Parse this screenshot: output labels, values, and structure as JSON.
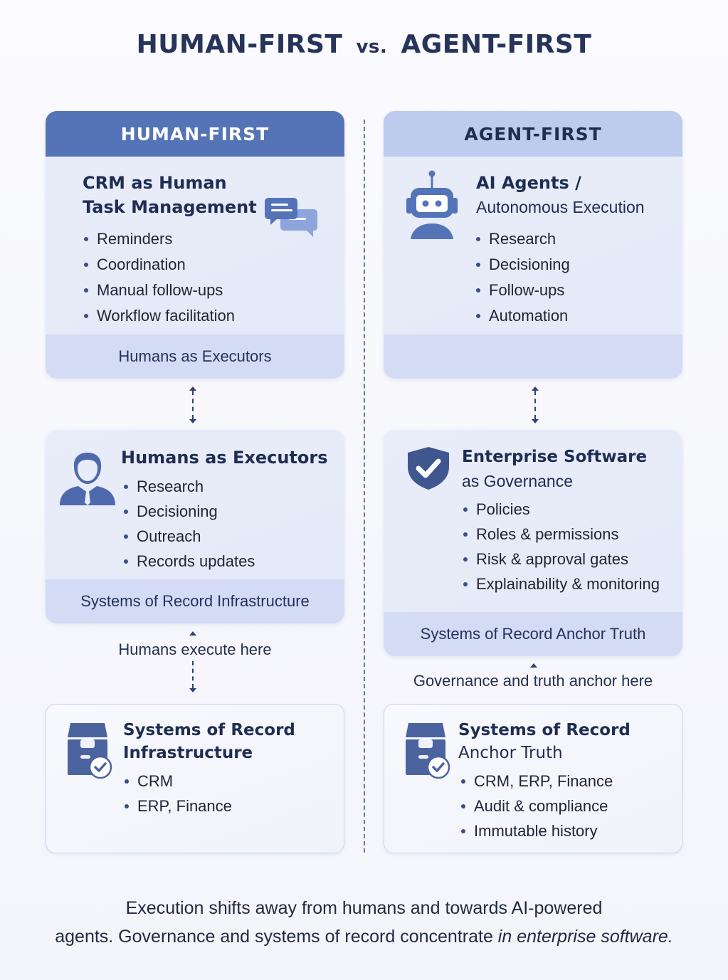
{
  "title": {
    "left": "HUMAN-FIRST",
    "vs": "vs.",
    "right": "AGENT-FIRST"
  },
  "colors": {
    "primary": "#5574b8",
    "light_header": "#bccbee",
    "card_bg": "#e6ebf9",
    "footer_band": "#d3dcf4",
    "dark_text": "#1f2d52"
  },
  "human": {
    "header": "HUMAN-FIRST",
    "top_card": {
      "heading_line1": "CRM as Human",
      "heading_line2": "Task Management",
      "icon": "chat-bubbles-icon",
      "items": [
        "Reminders",
        "Coordination",
        "Manual follow-ups",
        "Workflow facilitation"
      ],
      "footer": "Humans as Executors"
    },
    "middle_card": {
      "heading": "Humans as Executors",
      "icon": "person-icon",
      "items": [
        "Research",
        "Decisioning",
        "Outreach",
        "Records updates"
      ],
      "footer": "Systems of Record Infrastructure"
    },
    "connector_caption": "Humans execute here",
    "bottom_card": {
      "heading_line1": "Systems of Record",
      "heading_line2": "Infrastructure",
      "icon": "archive-check-icon",
      "items": [
        "CRM",
        "ERP, Finance"
      ]
    }
  },
  "agent": {
    "header": "AGENT-FIRST",
    "top_card": {
      "heading_line1": "AI Agents /",
      "heading_line2": "Autonomous Execution",
      "icon": "robot-icon",
      "items": [
        "Research",
        "Decisioning",
        "Follow-ups",
        "Automation"
      ],
      "footer": ""
    },
    "middle_card": {
      "heading_line1": "Enterprise Software",
      "heading_line2": "as Governance",
      "icon": "shield-check-icon",
      "items": [
        "Policies",
        "Roles & permissions",
        "Risk & approval gates",
        "Explainability & monitoring"
      ],
      "footer": "Systems of Record Anchor Truth"
    },
    "connector_caption": "Governance and truth anchor here",
    "bottom_card": {
      "heading_line1": "Systems of Record",
      "heading_line2": "Anchor Truth",
      "icon": "archive-check-icon",
      "items": [
        "CRM, ERP, Finance",
        "Audit & compliance",
        "Immutable history"
      ]
    }
  },
  "footer": {
    "line1": "Execution shifts away from humans and towards AI-powered",
    "line2_normal": "agents. Governance and systems of record concentrate ",
    "line2_italic": "in enterprise software."
  }
}
